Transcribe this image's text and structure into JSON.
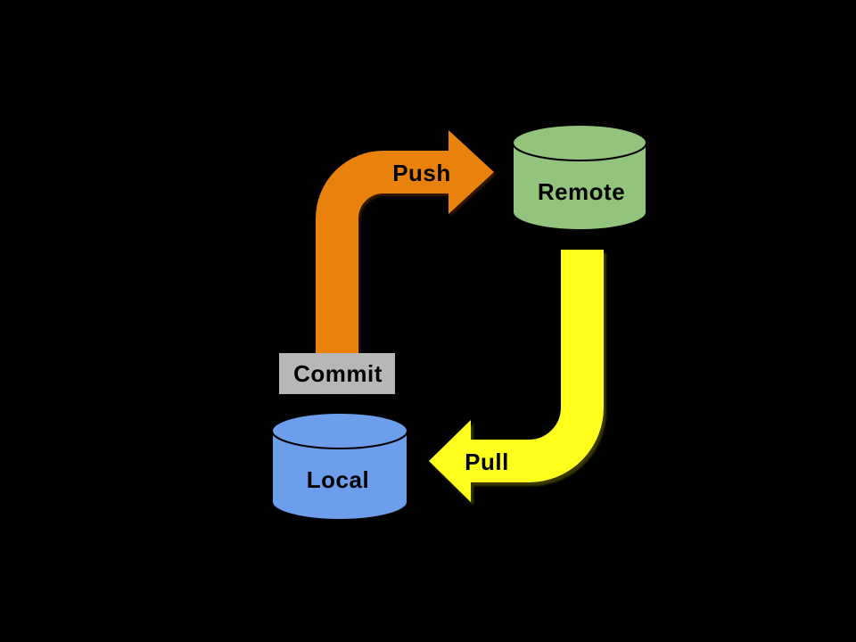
{
  "diagram": {
    "background": "#000000",
    "outline_color": "#000000",
    "nodes": {
      "remote": {
        "label": "Remote",
        "shape": "cylinder",
        "fill": "#93C47D"
      },
      "local": {
        "label": "Local",
        "shape": "cylinder",
        "fill": "#6D9EEB"
      },
      "commit": {
        "label": "Commit",
        "shape": "rectangle",
        "fill": "#B7B7B7"
      }
    },
    "arrows": {
      "push": {
        "label": "Push",
        "color": "#E8820D",
        "from": "commit",
        "to": "remote"
      },
      "pull": {
        "label": "Pull",
        "color": "#FFFF1E",
        "from": "remote",
        "to": "local"
      }
    }
  }
}
